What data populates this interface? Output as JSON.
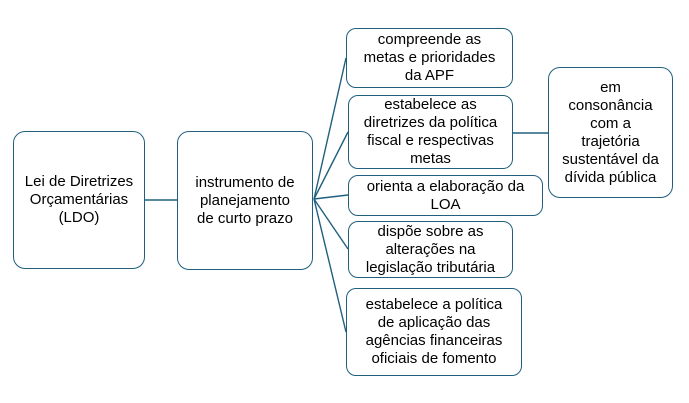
{
  "colors": {
    "border": "#20607e",
    "text": "#000000",
    "background": "#ffffff"
  },
  "diagram": {
    "root": {
      "label": "Lei de Diretrizes Orçamentárias (LDO)",
      "lines": [
        "Lei de Diretrizes",
        "Orçamentárias",
        "(LDO)"
      ]
    },
    "central": {
      "label": "instrumento de planejamento de curto prazo",
      "lines": [
        "instrumento de",
        "planejamento",
        "de curto prazo"
      ]
    },
    "branches": [
      {
        "label": "compreende as metas e prioridades da APF",
        "lines": [
          "compreende as",
          "metas e prioridades",
          "da APF"
        ]
      },
      {
        "label": "estabelece as diretrizes da política fiscal e respectivas metas",
        "lines": [
          "estabelece as",
          "diretrizes da política",
          "fiscal e respectivas",
          "metas"
        ]
      },
      {
        "label": "orienta a elaboração da LOA",
        "lines": [
          "orienta a elaboração da",
          "LOA"
        ]
      },
      {
        "label": "dispõe sobre as alterações na legislação tributária",
        "lines": [
          "dispõe sobre as",
          "alterações na",
          "legislação tributária"
        ]
      },
      {
        "label": "estabelece a política de aplicação das agências financeiras oficiais de fomento",
        "lines": [
          "estabelece a política",
          "de aplicação das",
          "agências financeiras",
          "oficiais de fomento"
        ]
      }
    ],
    "annotation": {
      "label": "em consonância com a trajetória sustentável da dívida pública",
      "lines": [
        "em",
        "consonância",
        "com a",
        "trajetória",
        "sustentável da",
        "dívida pública"
      ]
    }
  }
}
